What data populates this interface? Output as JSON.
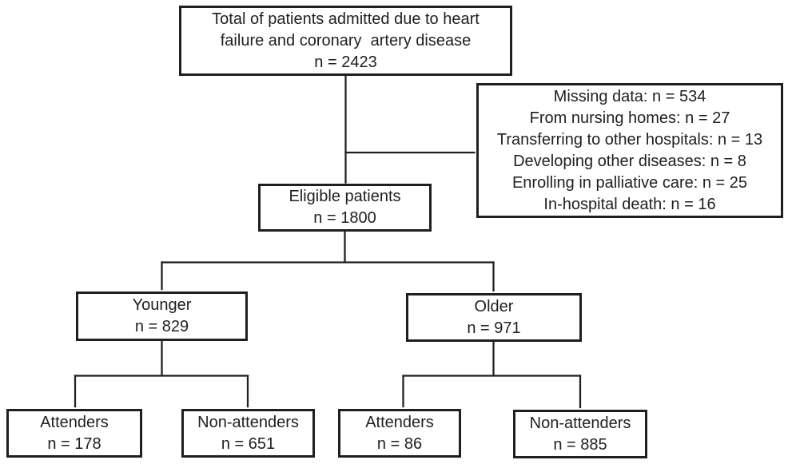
{
  "colors": {
    "line": "#1f1f1f",
    "background": "#ffffff"
  },
  "diagram": {
    "type": "flowchart"
  },
  "boxes": {
    "total": {
      "lines": [
        "Total of patients admitted due to heart",
        "failure and coronary  artery disease",
        "n = 2423"
      ]
    },
    "exclusions": {
      "lines": [
        "Missing data: n = 534",
        "From nursing homes: n = 27",
        "Transferring to other hospitals: n = 13",
        "Developing other diseases: n = 8",
        "Enrolling in palliative care: n = 25",
        "In-hospital death: n = 16"
      ]
    },
    "eligible": {
      "lines": [
        "Eligible patients",
        "n = 1800"
      ]
    },
    "younger": {
      "lines": [
        "Younger",
        "n = 829"
      ]
    },
    "older": {
      "lines": [
        "Older",
        "n = 971"
      ]
    },
    "younger_attenders": {
      "lines": [
        "Attenders",
        "n = 178"
      ]
    },
    "younger_nonattenders": {
      "lines": [
        "Non-attenders",
        "n = 651"
      ]
    },
    "older_attenders": {
      "lines": [
        "Attenders",
        "n = 86"
      ]
    },
    "older_nonattenders": {
      "lines": [
        "Non-attenders",
        "n = 885"
      ]
    }
  }
}
